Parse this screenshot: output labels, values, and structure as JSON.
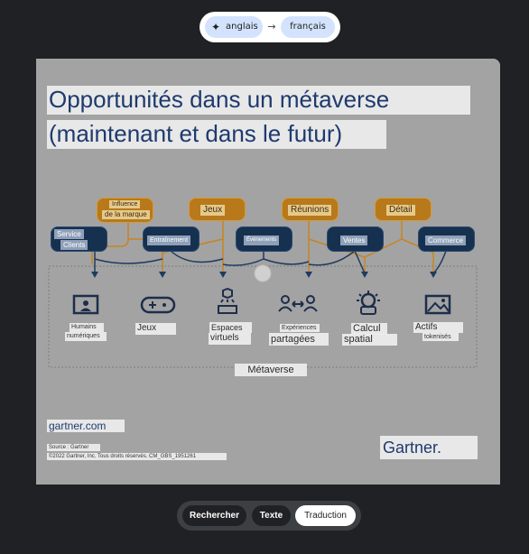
{
  "translate_bar": {
    "source_lang": "anglais",
    "arrow": "→",
    "target_lang": "français"
  },
  "slide": {
    "title_line1": "Opportunités dans un métaverse",
    "title_line2": "(maintenant et dans le futur)",
    "top_nodes": [
      {
        "line1": "Influence",
        "line2": "de la marque"
      },
      {
        "line1": "Jeux"
      },
      {
        "line1": "Réunions"
      },
      {
        "line1": "Détail"
      }
    ],
    "bottom_nodes": [
      {
        "line1": "Service",
        "line2": "Clients"
      },
      {
        "line1": "Entraînement"
      },
      {
        "line1": "Événements"
      },
      {
        "line1": "Ventes"
      },
      {
        "line1": "Commerce"
      }
    ],
    "categories": [
      {
        "line1": "Humains",
        "line2": "numériques",
        "icon": "digital-human-icon"
      },
      {
        "line1": "Jeux",
        "icon": "gamepad-icon"
      },
      {
        "line1": "Espaces",
        "line2": "virtuels",
        "icon": "virtual-space-icon"
      },
      {
        "line1": "Expériences",
        "line2": "partagées",
        "icon": "shared-experience-icon"
      },
      {
        "line1": "Calcul",
        "line2": "spatial",
        "icon": "spatial-computing-icon"
      },
      {
        "line1": "Actifs",
        "line2": "tokenisés",
        "icon": "tokenized-asset-icon"
      }
    ],
    "metaverse_label": "Métaverse",
    "website": "gartner.com",
    "source": "Source : Gartner",
    "copyright": "©2022 Gartner, Inc. Tous droits réservés. CM_GBS_1951261",
    "brand": "Gartner."
  },
  "toolbar": {
    "search_label": "Rechercher",
    "text_label": "Texte",
    "translate_label": "Traduction"
  }
}
